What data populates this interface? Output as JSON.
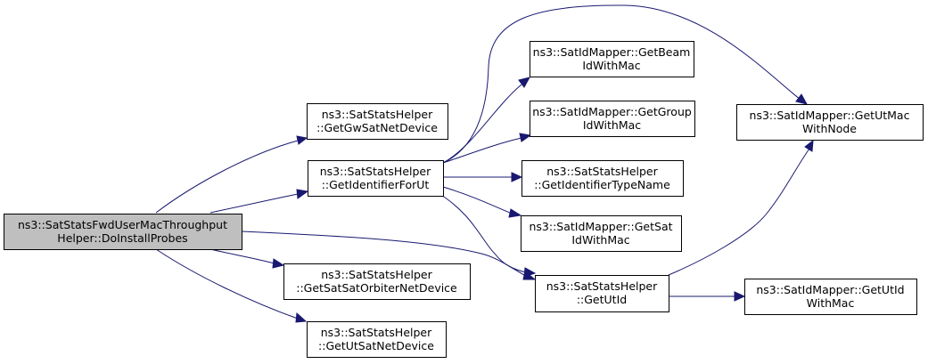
{
  "graph": {
    "nodes": {
      "root": {
        "lines": [
          "ns3::SatStatsFwdUserMacThroughput",
          "Helper::DoInstallProbes"
        ],
        "highlighted": true
      },
      "gwdev": {
        "lines": [
          "ns3::SatStatsHelper",
          "::GetGwSatNetDevice"
        ]
      },
      "ident": {
        "lines": [
          "ns3::SatStatsHelper",
          "::GetIdentifierForUt"
        ]
      },
      "orbdev": {
        "lines": [
          "ns3::SatStatsHelper",
          "::GetSatSatOrbiterNetDevice"
        ]
      },
      "utdev": {
        "lines": [
          "ns3::SatStatsHelper",
          "::GetUtSatNetDevice"
        ]
      },
      "beam": {
        "lines": [
          "ns3::SatIdMapper::GetBeam",
          "IdWithMac"
        ]
      },
      "group": {
        "lines": [
          "ns3::SatIdMapper::GetGroup",
          "IdWithMac"
        ]
      },
      "typen": {
        "lines": [
          "ns3::SatStatsHelper",
          "::GetIdentifierTypeName"
        ]
      },
      "satid": {
        "lines": [
          "ns3::SatIdMapper::GetSat",
          "IdWithMac"
        ]
      },
      "utid": {
        "lines": [
          "ns3::SatStatsHelper",
          "::GetUtId"
        ]
      },
      "utmac": {
        "lines": [
          "ns3::SatIdMapper::GetUtMac",
          "WithNode"
        ]
      },
      "utidmac": {
        "lines": [
          "ns3::SatIdMapper::GetUtId",
          "WithMac"
        ]
      }
    },
    "edges": [
      [
        "root",
        "gwdev"
      ],
      [
        "root",
        "ident"
      ],
      [
        "root",
        "orbdev"
      ],
      [
        "root",
        "utdev"
      ],
      [
        "root",
        "utid"
      ],
      [
        "ident",
        "beam"
      ],
      [
        "ident",
        "group"
      ],
      [
        "ident",
        "typen"
      ],
      [
        "ident",
        "satid"
      ],
      [
        "ident",
        "utid"
      ],
      [
        "ident",
        "utmac"
      ],
      [
        "utid",
        "utmac"
      ],
      [
        "utid",
        "utidmac"
      ]
    ],
    "colors": {
      "node_fill": "#ffffff",
      "highlight_fill": "#bfbfbf",
      "border": "#000000",
      "edge": "#191970"
    }
  }
}
